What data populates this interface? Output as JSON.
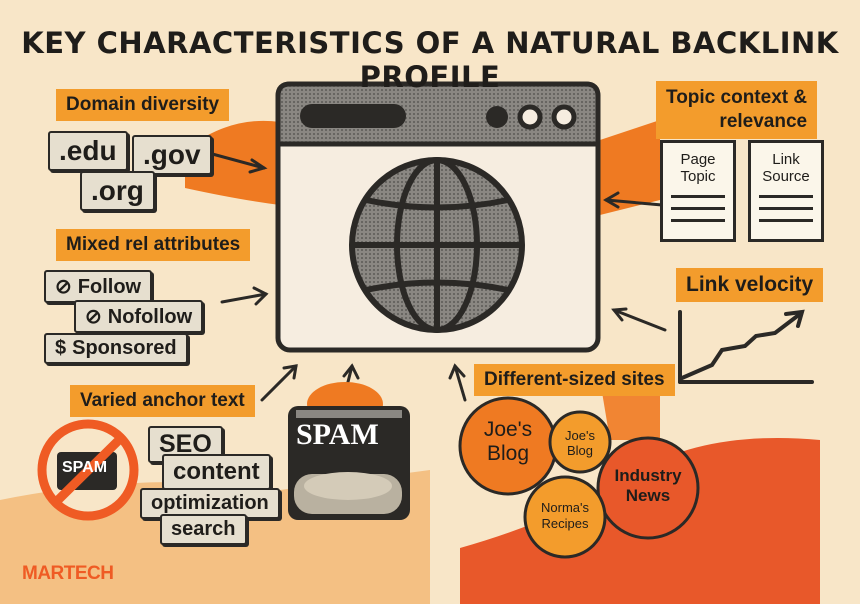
{
  "title": "KEY CHARACTERISTICS OF A NATURAL BACKLINK PROFILE",
  "labels": {
    "domain_diversity": "Domain diversity",
    "topic_context": "Topic context &\nrelevance",
    "mixed_rel": "Mixed rel attributes",
    "link_velocity": "Link velocity",
    "varied_anchor": "Varied anchor text",
    "different_sites": "Different-sized sites"
  },
  "domains": [
    ".edu",
    ".gov",
    ".org"
  ],
  "rel_attributes": [
    {
      "icon": "follow-icon",
      "text": "Follow"
    },
    {
      "icon": "nofollow-icon",
      "text": "Nofollow"
    },
    {
      "icon": "dollar-icon",
      "text": "Sponsored"
    }
  ],
  "documents": [
    {
      "text": "Page\nTopic"
    },
    {
      "text": "Link\nSource"
    }
  ],
  "anchor_words": [
    "SEO",
    "content",
    "optimization",
    "search"
  ],
  "spam_can_label": "SPAM",
  "spam_sign_label": "SPAM",
  "sites": [
    {
      "text": "Joe's\nBlog"
    },
    {
      "text": "Joe's\nBlog"
    },
    {
      "text": "Industry\nNews"
    },
    {
      "text": "Norma's\nRecipes"
    }
  ],
  "brand": "MARTECH",
  "colors": {
    "background": "#f8e6c8",
    "orange": "#f39c2c",
    "dark_orange": "#ef7a22",
    "red": "#e8582a",
    "ink": "#2b2926"
  }
}
